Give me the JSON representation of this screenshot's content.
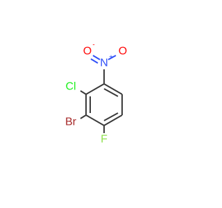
{
  "molecule": {
    "atoms": {
      "O1": {
        "symbol": "O",
        "charge": "-",
        "color": "#ff0d0d"
      },
      "O2": {
        "symbol": "O",
        "color": "#ff0d0d"
      },
      "N": {
        "symbol": "N",
        "charge": "+",
        "color": "#3050f8"
      },
      "Cl": {
        "symbol": "Cl",
        "color": "#1ff01f"
      },
      "Br": {
        "symbol": "Br",
        "color": "#a62929"
      },
      "F": {
        "symbol": "F",
        "color": "#90e050"
      }
    },
    "colors": {
      "bond": "#3a3a3a",
      "background": "#ffffff"
    }
  }
}
